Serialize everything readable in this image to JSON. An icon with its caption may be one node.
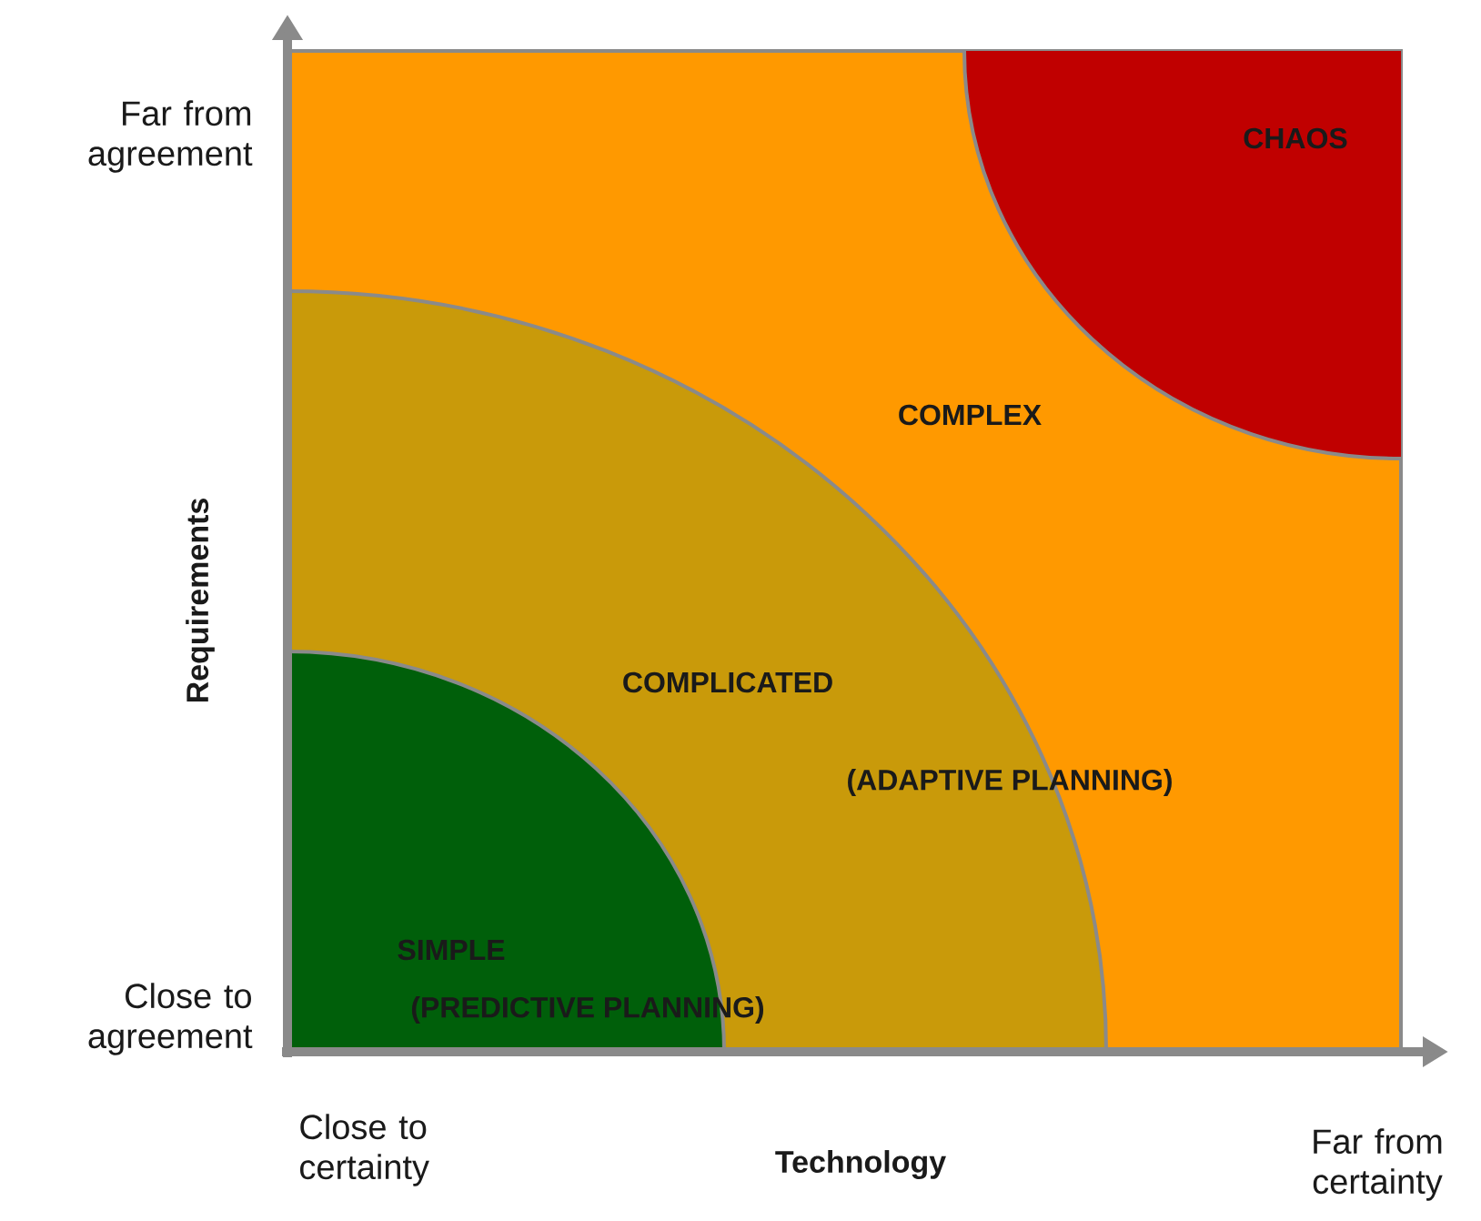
{
  "diagram": {
    "nodes": [
      {
        "text": [
          "COMPLEX"
        ]
      },
      {
        "text": [
          "CHAOS"
        ],
        "in": 0
      },
      {
        "text": [
          "COMPLICATED",
          "(ADAPTIVE PLANNING)"
        ],
        "in": 0
      },
      {
        "text": [
          "SIMPLE",
          "(PREDICTIVE PLANNING)"
        ],
        "in": 2
      }
    ],
    "labels": [
      "Far from agreement",
      "Requirements",
      "Close to agreement",
      "Close to certainty",
      "Technology",
      "Far from certainty"
    ]
  }
}
